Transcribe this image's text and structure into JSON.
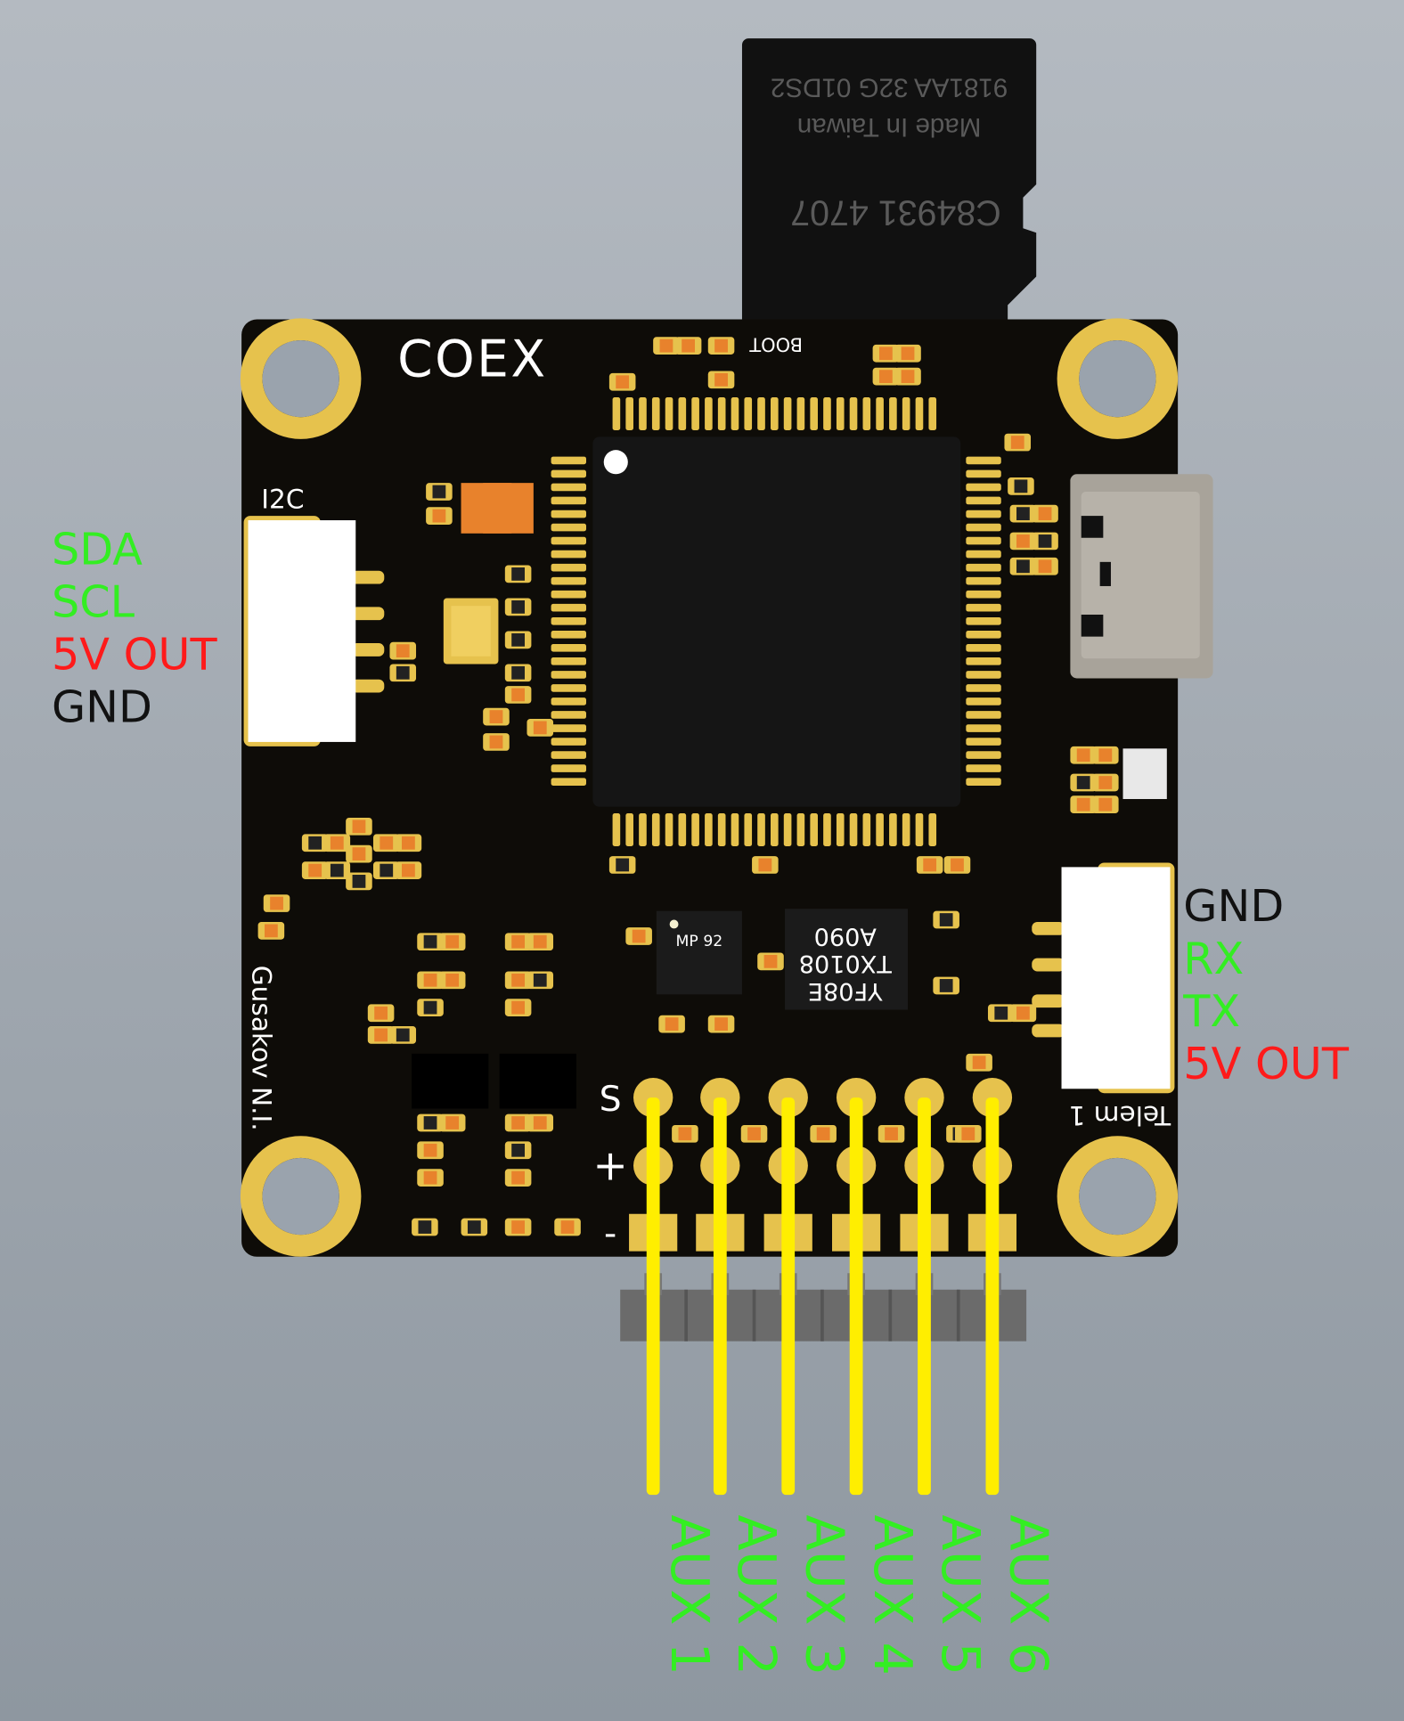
{
  "sd_card": {
    "line1": "Made In Taiwan",
    "line2": "9181AA 32G 01DS2",
    "line3": "C84931 4707"
  },
  "board": {
    "logo": "COEX",
    "boot_label": "BOOT",
    "i2c_label": "I2C",
    "telem_label": "Telem 1",
    "author": "Gusakov N.I.",
    "chip1": "MP 92",
    "chip2": [
      "A090",
      "TX0108",
      "YF08E"
    ],
    "pad_labels": [
      "S",
      "+",
      "-"
    ]
  },
  "i2c_pins": [
    {
      "label": "SDA",
      "color": "#33ee22"
    },
    {
      "label": "SCL",
      "color": "#33ee22"
    },
    {
      "label": "5V OUT",
      "color": "#ff1a1a"
    },
    {
      "label": "GND",
      "color": "#111111"
    }
  ],
  "telem_pins": [
    {
      "label": "GND",
      "color": "#111111"
    },
    {
      "label": "RX",
      "color": "#33ee22"
    },
    {
      "label": "TX",
      "color": "#33ee22"
    },
    {
      "label": "5V OUT",
      "color": "#ff1a1a"
    }
  ],
  "aux_pins": [
    "AUX 1",
    "AUX 2",
    "AUX 3",
    "AUX 4",
    "AUX 5",
    "AUX 6"
  ],
  "colors": {
    "gold": "#e6c24d",
    "board": "#0e0c08",
    "pin": "#ffee00",
    "aux": "#33ee22"
  }
}
